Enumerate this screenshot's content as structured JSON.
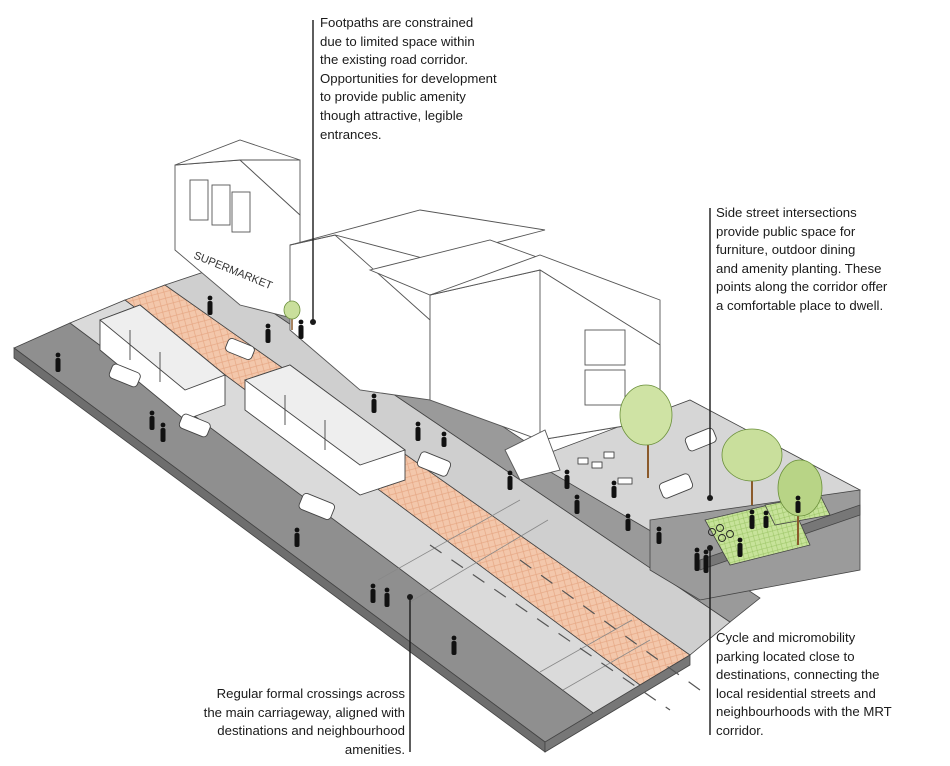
{
  "annotations": {
    "footpaths": "Footpaths are constrained\ndue to limited space within\nthe existing road corridor.\nOpportunities for development\nto provide public amenity\nthough attractive, legible\nentrances.",
    "side_street": "Side street intersections\nprovide public space for\nfurniture, outdoor dining\nand amenity planting. These\npoints along the corridor offer\na comfortable place to dwell.",
    "crossings": "Regular formal crossings across\nthe main carriageway, aligned with\ndestinations and neighbourhood\namenities.",
    "cycle_parking": "Cycle and micromobility\nparking located close to\ndestinations, connecting the\nlocal residential streets and\nneighbourhoods with the MRT\ncorridor."
  },
  "building_signage": "SUPERMARKET",
  "colors": {
    "tram_lane": "#f2c4a8",
    "carriageway": "#c9c9c9",
    "footpath": "#dcdcdc",
    "verge": "#8e8e8e",
    "planting": "#b9d98a",
    "tree": "#c8df9c",
    "building": "#ffffff",
    "leader_line": "#1a1a1a"
  },
  "icons": [
    "tram",
    "car",
    "pedestrian",
    "tree",
    "bicycle",
    "outdoor-dining-table"
  ]
}
